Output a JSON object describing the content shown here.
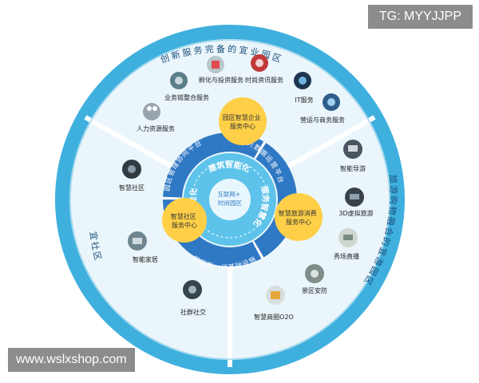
{
  "watermark_top": "TG: MYYJJPP",
  "watermark_bottom": "www.wslxshop.com",
  "outer_ring": {
    "top": "创新服务完备的宜业园区",
    "right": "旅游购物融合的宜游园区",
    "left": "宜社区"
  },
  "middle_ring": {
    "left": "园区管理协同平台",
    "right": "大数据运营平台",
    "bottom": "园区新一代基础设施"
  },
  "core": {
    "center": "互联网+时尚园区",
    "top_arc": "建筑智能化",
    "right_arc": "服务智慧化",
    "left_arc": "管理智能化"
  },
  "hubs": {
    "enterprise": "园区智慧企业服务中心",
    "community": "智慧社区服务中心",
    "tourism": "智慧旅游消费服务中心"
  },
  "services": {
    "hr": "人力资源服务",
    "biz_chain": "业务链整合服务",
    "incubation": "孵化与投资服务",
    "fashion_info": "时尚资讯服务",
    "it": "IT服务",
    "operations": "营运与商务服务",
    "smart_guide": "智能导游",
    "vr_tour": "3D虚拟旅游",
    "show_live": "秀场直播",
    "security": "景区安防",
    "o2o": "智慧商圈O2O",
    "smart_community": "智慧社区",
    "smart_home": "智能家居",
    "social": "社群社交"
  },
  "colors": {
    "outer_ring": "#3fb0de",
    "inner_ring": "#2f78c4",
    "core": "#5ec3ea",
    "hub": "#ffd047",
    "panel": "#eaf6fb"
  }
}
